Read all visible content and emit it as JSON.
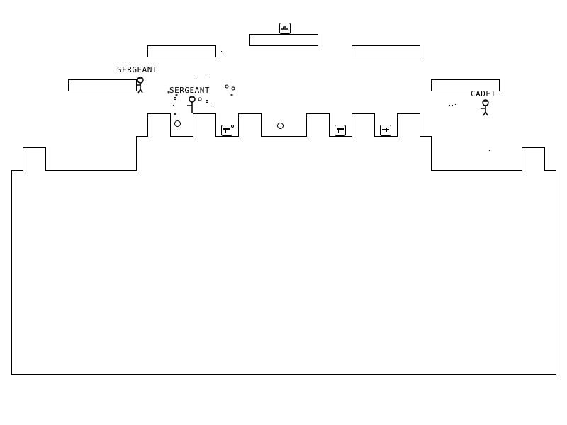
{
  "soldiers": [
    {
      "rank": "SERGEANT"
    },
    {
      "rank": "SERGEANT"
    },
    {
      "rank": "CADET"
    }
  ],
  "colors": {
    "background": "#ffffff",
    "ink": "#000000"
  },
  "pickups": [
    "weapon-crate",
    "weapon-crate",
    "weapon-crate",
    "weapon-crate"
  ]
}
